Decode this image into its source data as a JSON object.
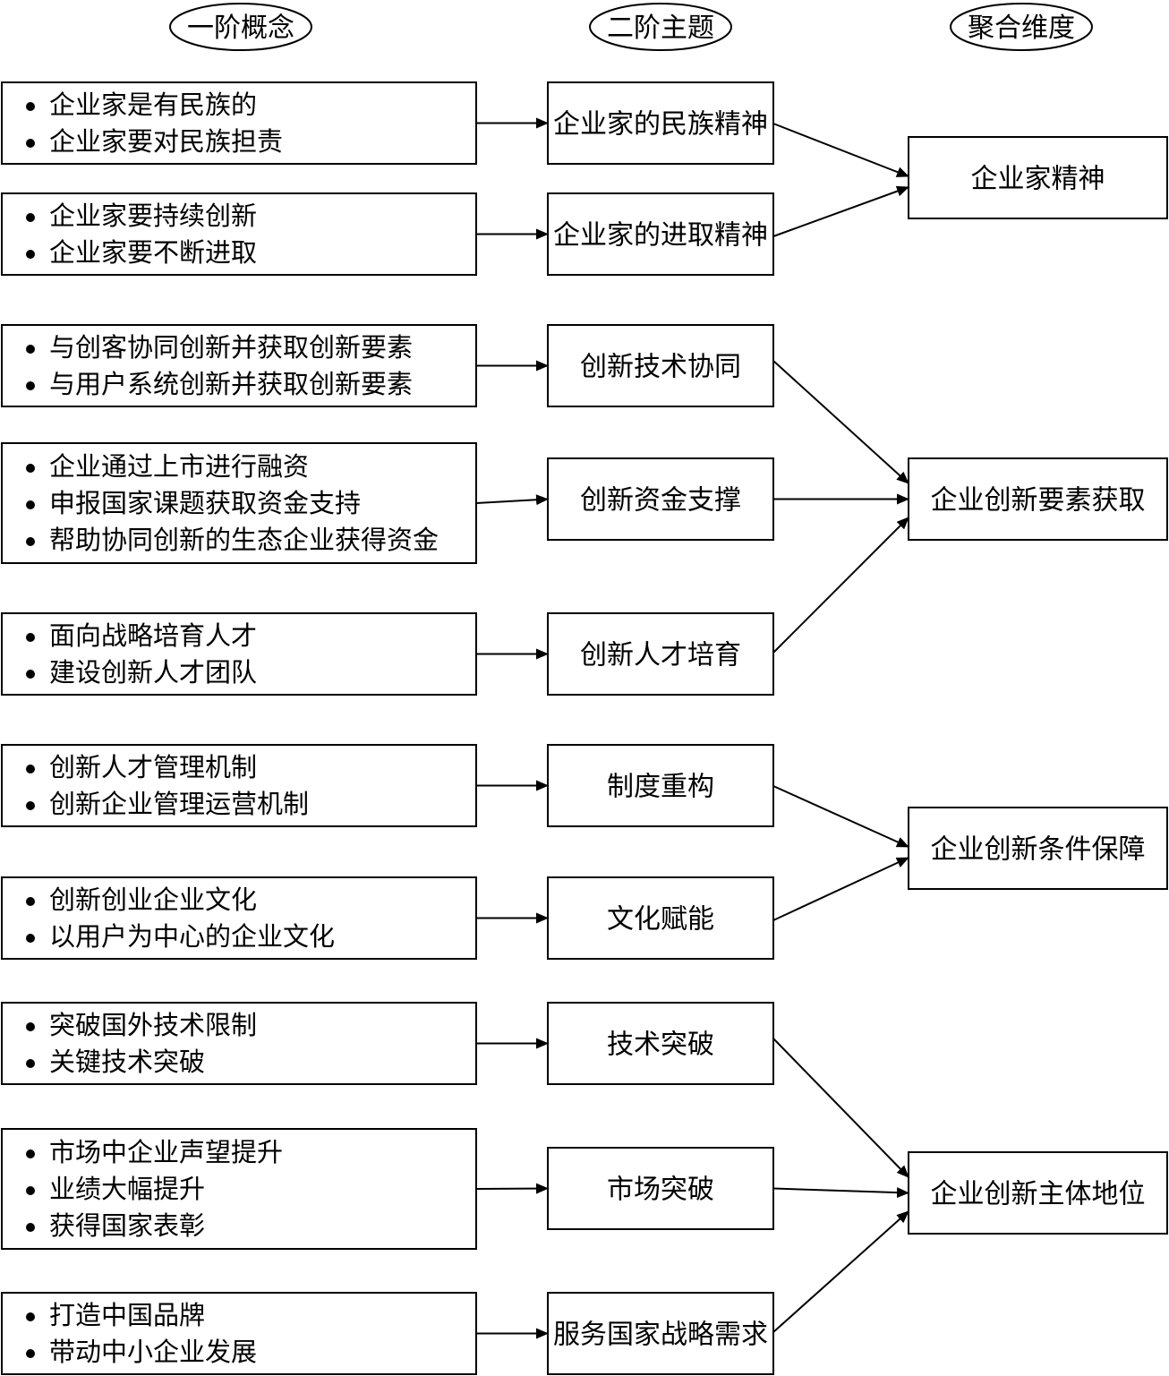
{
  "headers": {
    "first_order": "一阶概念",
    "second_order": "二阶主题",
    "aggregate": "聚合维度"
  },
  "groups": [
    {
      "dimension": "企业家精神",
      "themes": [
        {
          "label": "企业家的民族精神",
          "concepts": [
            "企业家是有民族的",
            "企业家要对民族担责"
          ]
        },
        {
          "label": "企业家的进取精神",
          "concepts": [
            "企业家要持续创新",
            "企业家要不断进取"
          ]
        }
      ]
    },
    {
      "dimension": "企业创新要素获取",
      "themes": [
        {
          "label": "创新技术协同",
          "concepts": [
            "与创客协同创新并获取创新要素",
            "与用户系统创新并获取创新要素"
          ]
        },
        {
          "label": "创新资金支撑",
          "concepts": [
            "企业通过上市进行融资",
            "申报国家课题获取资金支持",
            "帮助协同创新的生态企业获得资金"
          ]
        },
        {
          "label": "创新人才培育",
          "concepts": [
            "面向战略培育人才",
            "建设创新人才团队"
          ]
        }
      ]
    },
    {
      "dimension": "企业创新条件保障",
      "themes": [
        {
          "label": "制度重构",
          "concepts": [
            "创新人才管理机制",
            "创新企业管理运营机制"
          ]
        },
        {
          "label": "文化赋能",
          "concepts": [
            "创新创业企业文化",
            "以用户为中心的企业文化"
          ]
        }
      ]
    },
    {
      "dimension": "企业创新主体地位",
      "themes": [
        {
          "label": "技术突破",
          "concepts": [
            "突破国外技术限制",
            "关键技术突破"
          ]
        },
        {
          "label": "市场突破",
          "concepts": [
            "市场中企业声望提升",
            "业绩大幅提升",
            "获得国家表彰"
          ]
        },
        {
          "label": "服务国家战略需求",
          "concepts": [
            "打造中国品牌",
            "带动中小企业发展"
          ]
        }
      ]
    }
  ]
}
